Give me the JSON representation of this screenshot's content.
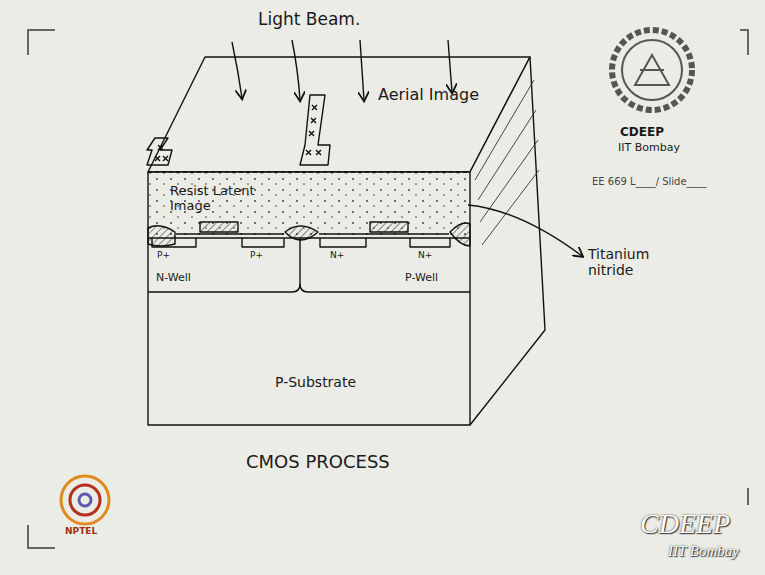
{
  "diagram": {
    "caption": "CMOS PROCESS",
    "labels": [
      "Light Beam.",
      "Aerial Image",
      "Resist Latent Image",
      "P+",
      "P+",
      "N+",
      "N+",
      "N-Well",
      "P-Well",
      "Titanium nitride",
      "P-Substrate",
      "CDEEP",
      "IIT Bombay",
      "EE 669 L____/ Slide____",
      "NPTEL",
      "CDEEP",
      "IIT Bombay"
    ]
  }
}
